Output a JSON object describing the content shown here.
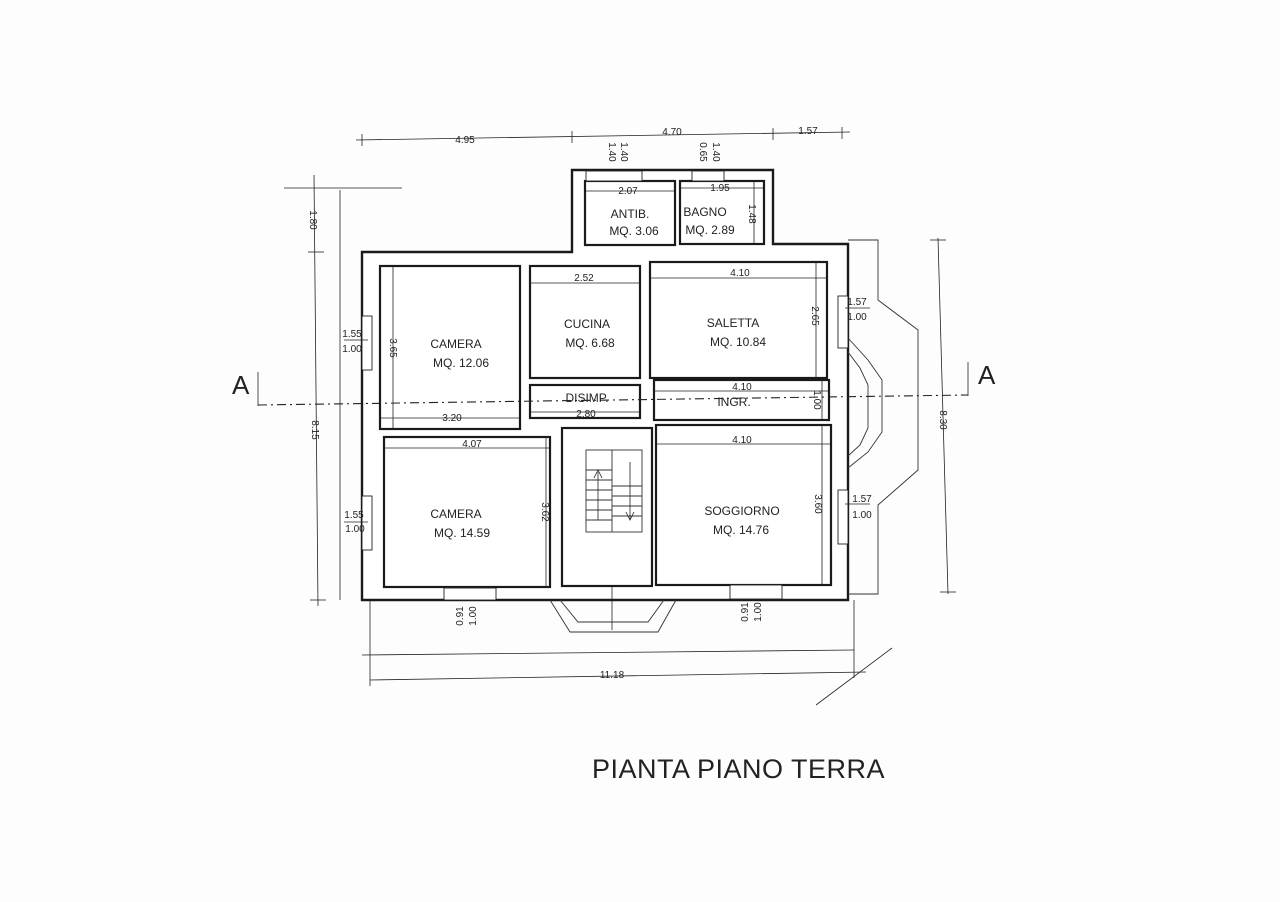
{
  "title": "PIANTA PIANO TERRA",
  "section_marks": {
    "left": "A",
    "right": "A"
  },
  "rooms": [
    {
      "id": "antib",
      "name": "ANTIB.",
      "area": "MQ. 3.06"
    },
    {
      "id": "bagno",
      "name": "BAGNO",
      "area": "MQ. 2.89"
    },
    {
      "id": "camera1",
      "name": "CAMERA",
      "area": "MQ. 12.06"
    },
    {
      "id": "cucina",
      "name": "CUCINA",
      "area": "MQ. 6.68"
    },
    {
      "id": "saletta",
      "name": "SALETTA",
      "area": "MQ. 10.84"
    },
    {
      "id": "camera2",
      "name": "CAMERA",
      "area": "MQ. 14.59"
    },
    {
      "id": "soggiorno",
      "name": "SOGGIORNO",
      "area": "MQ. 14.76"
    }
  ],
  "spaces": {
    "disimp": "DISIMP.",
    "ingr": "INGR."
  },
  "dims": {
    "top_495": "4.95",
    "top_470": "4.70",
    "top_157": "1.57",
    "win_a_140": "1.40",
    "win_a_140b": "1.40",
    "win_b_065": "0.65",
    "win_b_140": "1.40",
    "antib_w": "2.07",
    "bagno_w": "1.95",
    "bagno_h": "1.48",
    "left_180": "1.80",
    "left_815": "8.15",
    "right_830": "8.30",
    "cam1_h": "3.65",
    "cam1_w": "3.20",
    "win_l1_155": "1.55",
    "win_l1_100": "1.00",
    "cucina_w": "2.52",
    "disimp_w": "2.80",
    "saletta_w": "4.10",
    "saletta_h": "2.65",
    "win_r1_157": "1.57",
    "win_r1_100": "1.00",
    "ingr_w": "4.10",
    "ingr_h": "1.00",
    "cam2_w": "4.07",
    "cam2_h": "3.62",
    "win_l2_155": "1.55",
    "win_l2_100": "1.00",
    "sogg_w": "4.10",
    "sogg_h": "3.60",
    "win_r2_157": "1.57",
    "win_r2_100": "1.00",
    "win_b1_091": "0.91",
    "win_b1_100": "1.00",
    "win_b2_091": "0.91",
    "win_b2_100": "1.00",
    "total_w": "11.18"
  }
}
